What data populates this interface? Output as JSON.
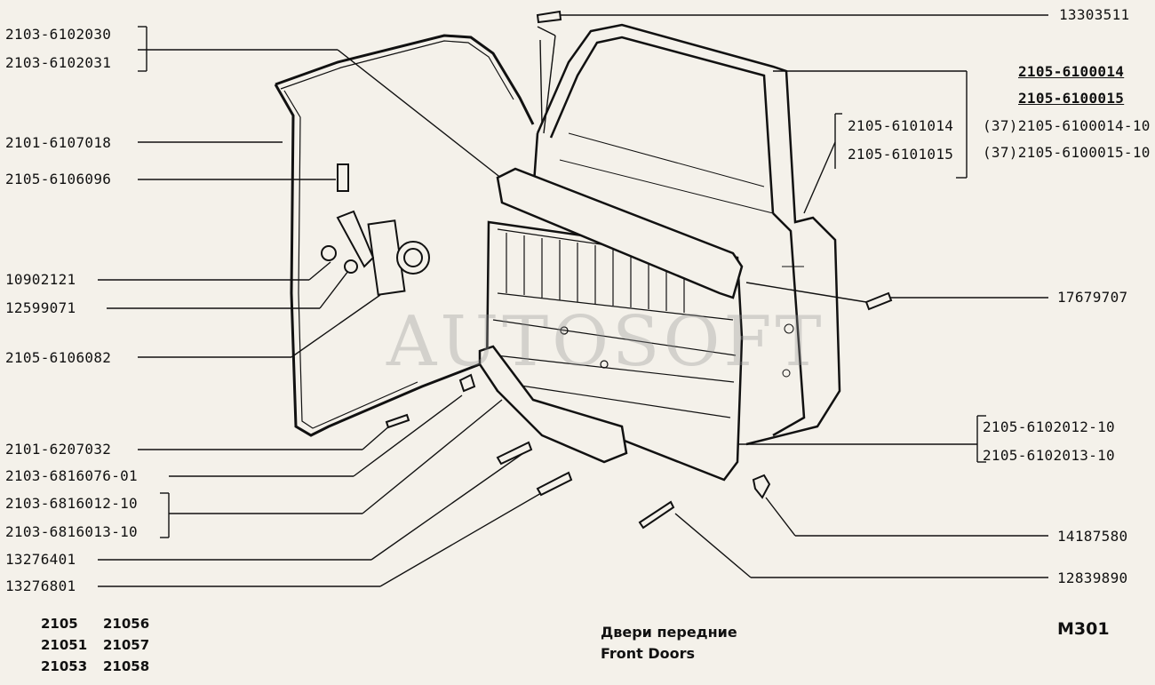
{
  "labels_left": [
    {
      "id": "l1",
      "text": "2103-6102030"
    },
    {
      "id": "l2",
      "text": "2103-6102031"
    },
    {
      "id": "l3",
      "text": "2101-6107018"
    },
    {
      "id": "l4",
      "text": "2105-6106096"
    },
    {
      "id": "l5",
      "text": "10902121"
    },
    {
      "id": "l6",
      "text": "12599071"
    },
    {
      "id": "l7",
      "text": "2105-6106082"
    },
    {
      "id": "l8",
      "text": "2101-6207032"
    },
    {
      "id": "l9",
      "text": "2103-6816076-01"
    },
    {
      "id": "l10",
      "text": "2103-6816012-10"
    },
    {
      "id": "l11",
      "text": "2103-6816013-10"
    },
    {
      "id": "l12",
      "text": "13276401"
    },
    {
      "id": "l13",
      "text": "13276801"
    }
  ],
  "labels_right": [
    {
      "id": "r1",
      "text": "13303511"
    },
    {
      "id": "r2",
      "text": "2105-6100014"
    },
    {
      "id": "r3",
      "text": "2105-6100015"
    },
    {
      "id": "r4",
      "prefix": "(37)",
      "text": "2105-6100014-10"
    },
    {
      "id": "r5",
      "prefix": "(37)",
      "text": "2105-6100015-10"
    },
    {
      "id": "r6",
      "text": "2105-6101014"
    },
    {
      "id": "r7",
      "text": "2105-6101015"
    },
    {
      "id": "r8",
      "text": "17679707"
    },
    {
      "id": "r9",
      "text": "2105-6102012-10"
    },
    {
      "id": "r10",
      "text": "2105-6102013-10"
    },
    {
      "id": "r11",
      "text": "14187580"
    },
    {
      "id": "r12",
      "text": "12839890"
    }
  ],
  "models": [
    "2105",
    "21056",
    "21051",
    "21057",
    "21053",
    "21058"
  ],
  "title_ru": "Двери передние",
  "title_en": "Front Doors",
  "page_code": "M301",
  "watermark": "AUTOSOFT"
}
